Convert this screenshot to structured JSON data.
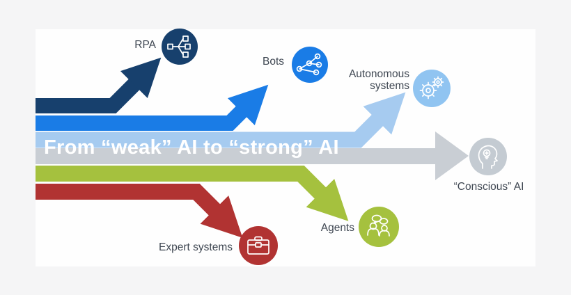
{
  "page": {
    "background": "#f5f5f6",
    "canvas_background": "#fefefe",
    "label_color": "#3f4752"
  },
  "headline": {
    "text": "From “weak” AI to “strong” AI",
    "color": "#ffffff"
  },
  "stages": [
    {
      "name": "rpa",
      "label": "RPA",
      "color": "#17406d",
      "arrow_color": "#17406d",
      "icon": "org-chart-icon"
    },
    {
      "name": "bots",
      "label": "Bots",
      "color": "#1a7ce6",
      "arrow_color": "#1a7ce6",
      "icon": "network-nodes-icon"
    },
    {
      "name": "autonomous",
      "label": "Autonomous systems",
      "color": "#90c4f1",
      "arrow_color": "#a6cbf0",
      "icon": "gears-icon"
    },
    {
      "name": "conscious",
      "label": "“Conscious” AI",
      "color": "#c4cbd2",
      "arrow_color": "#c9ced4",
      "icon": "head-lightbulb-icon"
    },
    {
      "name": "agents",
      "label": "Agents",
      "color": "#a5c13e",
      "arrow_color": "#a5c13e",
      "icon": "people-chat-icon"
    },
    {
      "name": "expert",
      "label": "Expert systems",
      "color": "#b13332",
      "arrow_color": "#b13332",
      "icon": "briefcase-icon"
    }
  ]
}
